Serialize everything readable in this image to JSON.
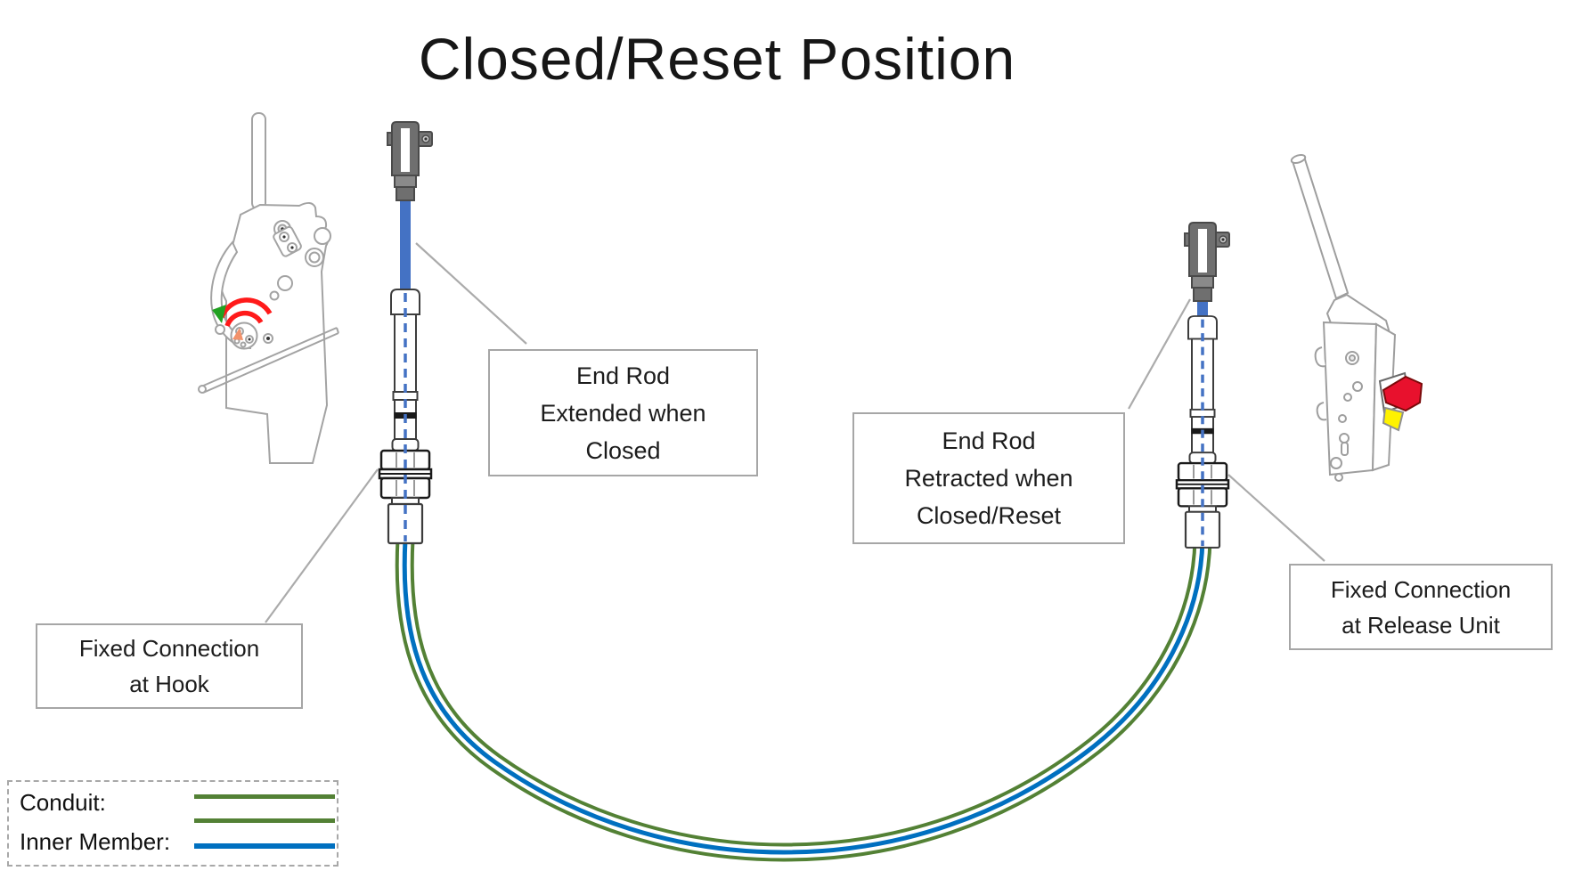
{
  "title": "Closed/Reset Position",
  "callouts": {
    "end_rod_extended": "End Rod\nExtended when\nClosed",
    "end_rod_retracted": "End Rod\nRetracted when\nClosed/Reset",
    "fixed_connection_hook": "Fixed Connection\nat Hook",
    "fixed_connection_release": "Fixed Connection\nat Release Unit"
  },
  "legend": {
    "conduit_label": "Conduit:",
    "inner_member_label": "Inner Member:"
  },
  "colors": {
    "conduit_green": "#538135",
    "inner_member_blue": "#0070C0",
    "end_rod_blue": "#4472C4",
    "release_handle_red": "#E8112D",
    "release_handle_yellow": "#FFF200",
    "reset_arrow_red": "#FF1A1A",
    "reset_arrow_green": "#21A121",
    "reset_arrow_orange": "#F2926B",
    "leader_line_gray": "#ABABAB",
    "callout_border_gray": "#A6A6A6"
  }
}
